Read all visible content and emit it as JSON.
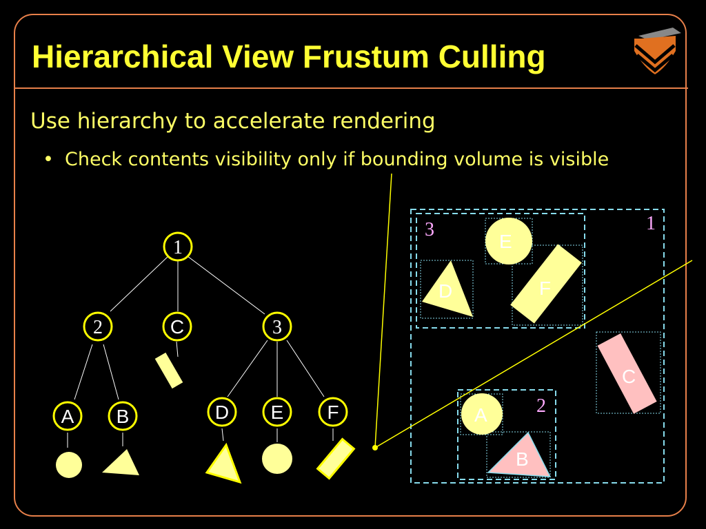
{
  "slide": {
    "title": "Hierarchical View Frustum Culling",
    "subtitle": "Use hierarchy to accelerate rendering",
    "bullets": [
      "Check contents visibility only if bounding volume is visible"
    ],
    "logo": "princeton-shield-icon"
  },
  "tree": {
    "groups": {
      "n1": "1",
      "n2": "2",
      "n3": "3"
    },
    "leaves": {
      "A": "A",
      "B": "B",
      "C": "C",
      "D": "D",
      "E": "E",
      "F": "F"
    }
  },
  "scene": {
    "labels": {
      "v1": "1",
      "v2": "2",
      "v3": "3",
      "A": "A",
      "B": "B",
      "C": "C",
      "D": "D",
      "E": "E",
      "F": "F"
    }
  },
  "colors": {
    "background": "#000000",
    "frame": "#e8804a",
    "title": "#ffff33",
    "text": "#ffff66",
    "shape_fill": "#ffff99",
    "culled_fill": "#ffc0c0",
    "volume_line": "#88ddee",
    "volume_label": "#ffaaff",
    "frustum_line": "#ffff00"
  }
}
